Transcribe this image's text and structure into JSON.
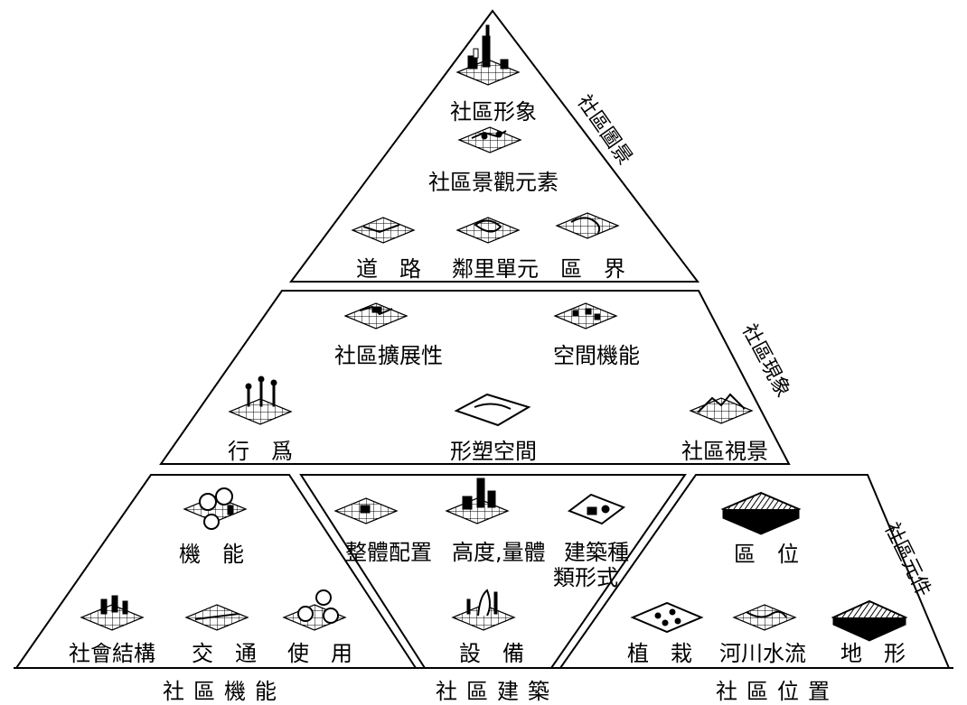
{
  "tiers": {
    "top": {
      "side_label": "社區圖景",
      "labels": {
        "image": "社區形象",
        "elements": "社區景觀元素",
        "road": "道　路",
        "neighborhood": "鄰里單元",
        "boundary": "區　界"
      }
    },
    "middle": {
      "side_label": "社區現象",
      "labels": {
        "expansion": "社區擴展性",
        "space_function": "空間機能",
        "behavior": "行　爲",
        "shaped_space": "形塑空間",
        "vista": "社區視景"
      }
    },
    "bottom_left": {
      "caption": "社區機能",
      "labels": {
        "function": "機　能",
        "social": "社會結構",
        "traffic": "交　通",
        "use": "使　用"
      }
    },
    "bottom_center": {
      "caption": "社區建築",
      "labels": {
        "layout": "整體配置",
        "height": "高度,量體",
        "type_line1": "建築種",
        "type_line2": "類形式",
        "facilities": "設　備"
      }
    },
    "bottom_right": {
      "side_label": "社區元件",
      "caption": "社區位置",
      "labels": {
        "location": "區　位",
        "planting": "植　栽",
        "river": "河川水流",
        "terrain": "地　形"
      }
    }
  }
}
